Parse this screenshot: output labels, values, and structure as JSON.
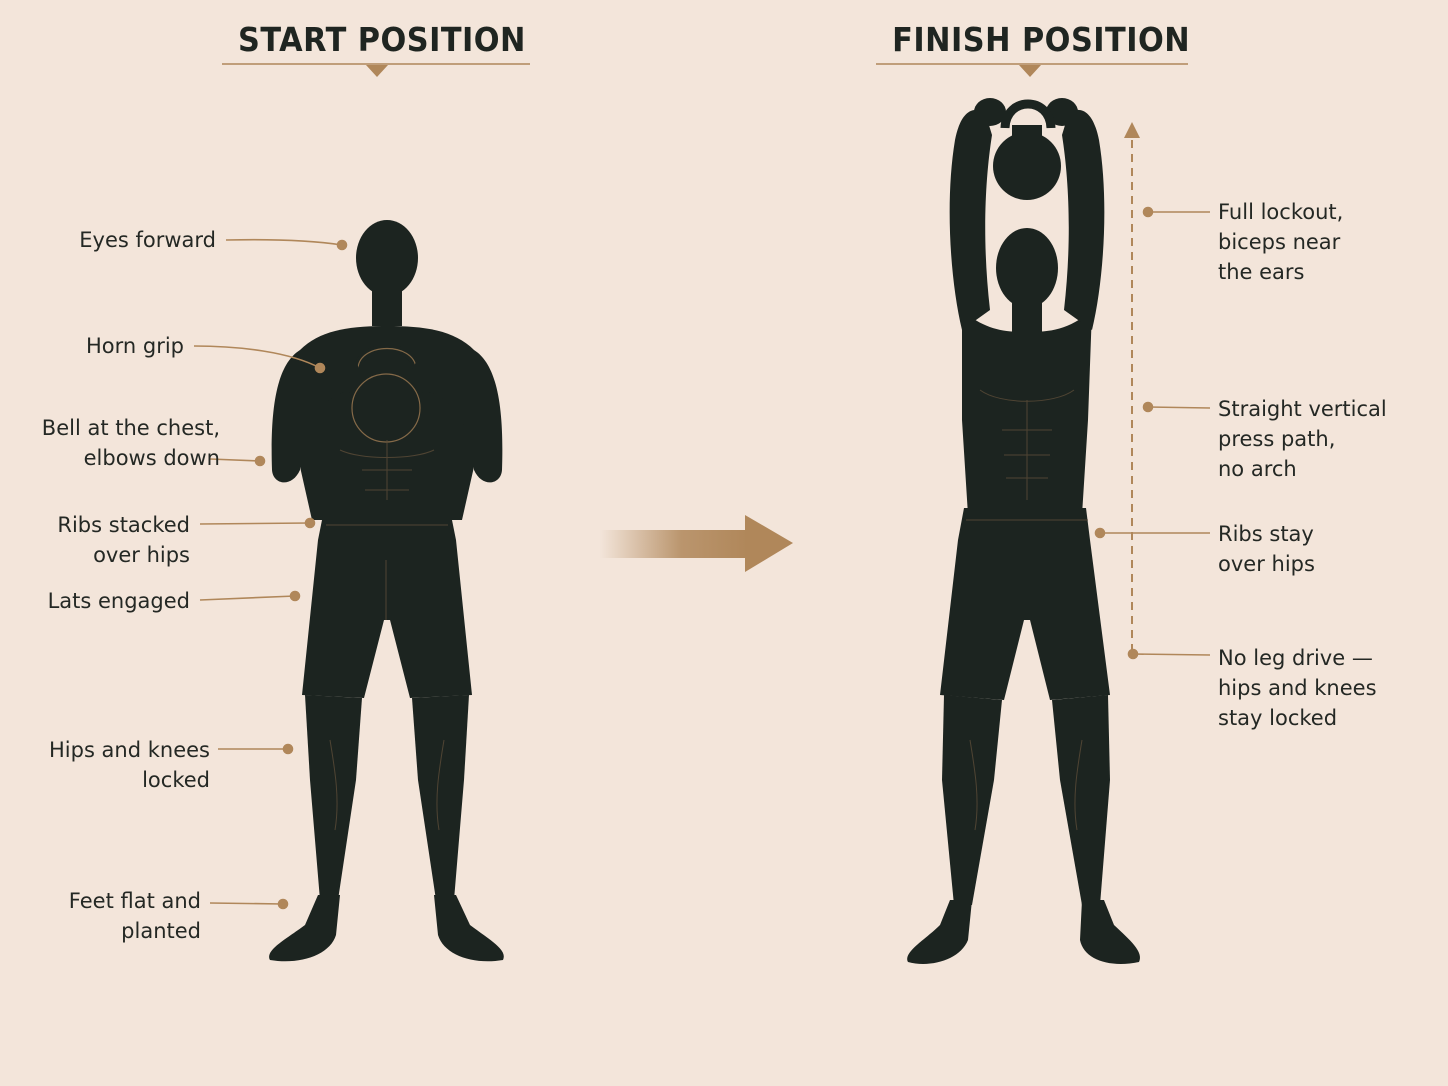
{
  "start": {
    "title": "START POSITION",
    "labels": [
      {
        "lines": [
          "Eyes forward"
        ]
      },
      {
        "lines": [
          "Horn grip"
        ]
      },
      {
        "lines": [
          "Bell at the chest,",
          "elbows down"
        ]
      },
      {
        "lines": [
          "Ribs stacked",
          "over hips"
        ]
      },
      {
        "lines": [
          "Lats engaged"
        ]
      },
      {
        "lines": [
          "Hips and knees",
          "locked"
        ]
      },
      {
        "lines": [
          "Feet flat and",
          "planted"
        ]
      }
    ]
  },
  "finish": {
    "title": "FINISH POSITION",
    "labels": [
      {
        "lines": [
          "Full lockout,",
          "biceps near",
          "the ears"
        ]
      },
      {
        "lines": [
          "Straight vertical",
          "press path,",
          "no arch"
        ]
      },
      {
        "lines": [
          "Ribs stay",
          "over hips"
        ]
      },
      {
        "lines": [
          "No leg drive —",
          "hips and knees",
          "stay locked"
        ]
      }
    ]
  },
  "colors": {
    "background": "#f3e5da",
    "accent": "#b0875a",
    "figure": "#1c2420",
    "text": "#242824"
  }
}
